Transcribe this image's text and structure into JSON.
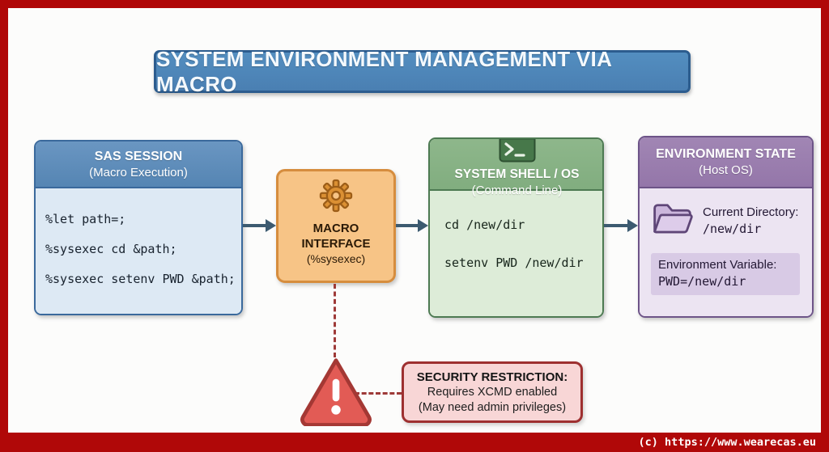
{
  "title_banner": {
    "text": "SYSTEM ENVIRONMENT MANAGEMENT VIA MACRO"
  },
  "sas_session": {
    "title": "SAS SESSION",
    "subtitle": "(Macro Execution)",
    "code_lines": [
      "%let path=;",
      "%sysexec cd &path;",
      "%sysexec setenv PWD &path;"
    ]
  },
  "macro_interface": {
    "icon": "gear-icon",
    "title_line1": "MACRO",
    "title_line2": "INTERFACE",
    "subtitle": "(%sysexec)"
  },
  "system_shell": {
    "icon": "terminal-icon",
    "title": "SYSTEM SHELL / OS",
    "subtitle": "(Command Line)",
    "code_lines": [
      "cd /new/dir",
      "setenv PWD /new/dir"
    ]
  },
  "environment_state": {
    "title": "ENVIRONMENT STATE",
    "subtitle": "(Host OS)",
    "current_directory": {
      "icon": "folder-icon",
      "label": "Current Directory:",
      "value": "/new/dir"
    },
    "environment_variable": {
      "label": "Environment Variable:",
      "value": "PWD=/new/dir"
    }
  },
  "security_restriction": {
    "icon": "warning-triangle-icon",
    "title": "SECURITY RESTRICTION:",
    "line2": "Requires XCMD enabled",
    "line3": "(May need admin privileges)"
  },
  "footer": {
    "copyright": "(c) https://www.wearecas.eu"
  },
  "colors": {
    "frame_red": "#b00808",
    "banner_blue": "#4a7fb2",
    "sas_header_blue": "#5b8cb8",
    "sas_body_blue": "#dde9f4",
    "macro_orange": "#f7c486",
    "macro_border_orange": "#d68d3e",
    "shell_header_green": "#86b183",
    "shell_body_green": "#ddecd8",
    "env_header_purple": "#9a7cae",
    "env_body_purple": "#ece4f2",
    "arrow_slate": "#3c5a70",
    "warning_red": "#e25b55",
    "security_pink": "#f8d6d6",
    "dashed_red": "#9e3a38"
  }
}
